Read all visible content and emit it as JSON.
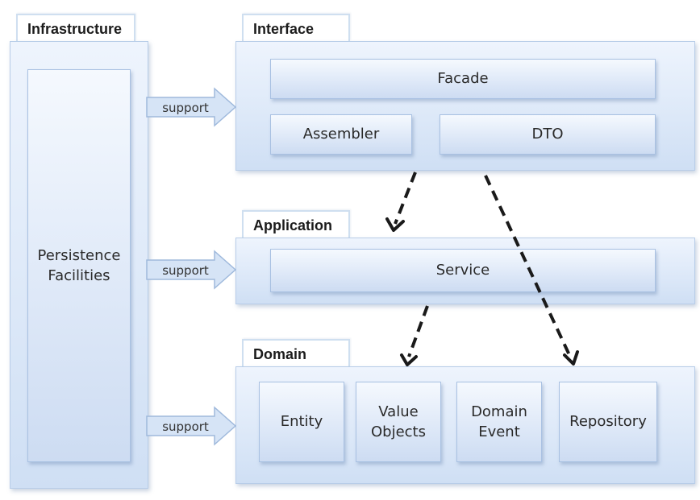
{
  "layers": {
    "infrastructure": {
      "title": "Infrastructure",
      "component": "Persistence\nFacilities"
    },
    "interface": {
      "title": "Interface",
      "facade": "Facade",
      "assembler": "Assembler",
      "dto": "DTO"
    },
    "application": {
      "title": "Application",
      "service": "Service"
    },
    "domain": {
      "title": "Domain",
      "entity": "Entity",
      "value_objects": "Value\nObjects",
      "domain_event": "Domain\nEvent",
      "repository": "Repository"
    }
  },
  "arrows": {
    "support_label": "support"
  },
  "colors": {
    "panel_border": "#b8cde8",
    "tab_border": "#cfdff0",
    "arrow_fill": "#d6e4f6",
    "arrow_stroke": "#9fb9dc",
    "dependency_arrow": "#1a1a1a"
  }
}
